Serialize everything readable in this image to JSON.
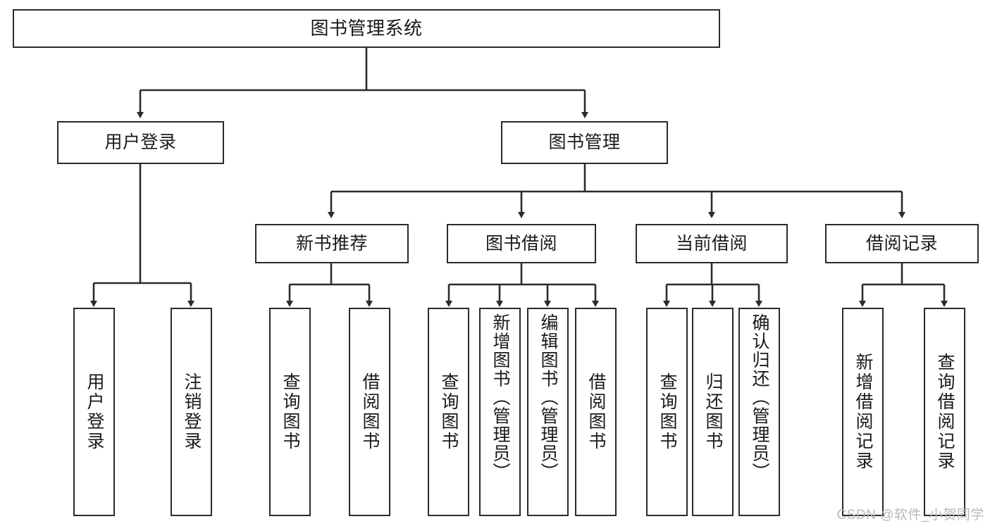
{
  "diagram": {
    "title": "图书管理系统",
    "type": "tree-hierarchy",
    "colors": {
      "stroke": "#2b2b2b",
      "fill": "#ffffff",
      "text": "#1a1a1a",
      "watermark": "#b9b9b9"
    },
    "levels": {
      "root": {
        "label": "图书管理系统"
      },
      "level1": [
        {
          "label": "用户登录"
        },
        {
          "label": "图书管理"
        }
      ],
      "level2": [
        {
          "label": "新书推荐"
        },
        {
          "label": "图书借阅"
        },
        {
          "label": "当前借阅"
        },
        {
          "label": "借阅记录"
        }
      ],
      "leaves": {
        "user_login": [
          {
            "label": "用户登录"
          },
          {
            "label": "注销登录"
          }
        ],
        "new_book_recommend": [
          {
            "label": "查询图书"
          },
          {
            "label": "借阅图书"
          }
        ],
        "book_borrow": [
          {
            "label": "查询图书"
          },
          {
            "label": "新增图书（管理员）"
          },
          {
            "label": "编辑图书（管理员）"
          },
          {
            "label": "借阅图书"
          }
        ],
        "current_borrow": [
          {
            "label": "查询图书"
          },
          {
            "label": "归还图书"
          },
          {
            "label": "确认归还（管理员）"
          }
        ],
        "borrow_record": [
          {
            "label": "新增借阅记录"
          },
          {
            "label": "查询借阅记录"
          }
        ]
      }
    }
  },
  "watermark": {
    "text": "CSDN @软件_小贺同学"
  }
}
